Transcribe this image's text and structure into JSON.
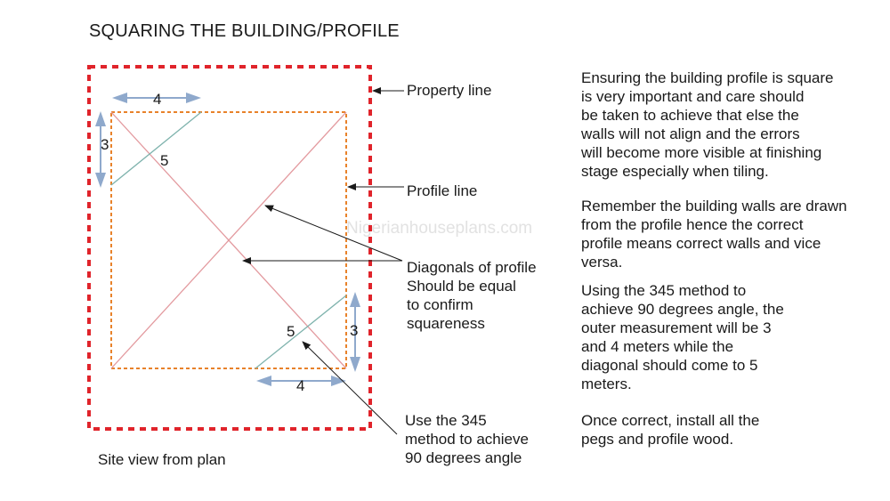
{
  "title": "SQUARING THE BUILDING/PROFILE",
  "labels": {
    "property_line": "Property line",
    "profile_line": "Profile line",
    "diagonals": "Diagonals of profile\nShould be equal\nto confirm\nsquareness",
    "method_345": "Use the 345\nmethod to achieve\n90 degrees angle",
    "site_view": "Site view from plan"
  },
  "watermark": "Nigerianhouseplans.com",
  "dimensions": {
    "top_4": "4",
    "top_3": "3",
    "top_5": "5",
    "bottom_5": "5",
    "bottom_3": "3",
    "bottom_4": "4"
  },
  "paragraphs": [
    "Ensuring the building profile is square\nis very important and care should\nbe taken to achieve that else the\nwalls will not align and the errors\nwill become more visible at finishing\nstage especially when tiling.",
    "Remember the building walls are drawn\nfrom the profile hence the correct\nprofile means correct walls and vice\nversa.",
    "Using the 345 method to\nachieve 90 degrees angle, the\nouter measurement will be 3\nand 4 meters while the\ndiagonal should come to 5\nmeters.",
    "Once correct, install all the\npegs and profile wood."
  ],
  "colors": {
    "property_line": "#e0242b",
    "profile_line": "#e8822a",
    "diagonal": "#e39a9f",
    "triangle": "#7fb3ad",
    "dimension_arrow": "#8fa9cc",
    "pointer": "#1a1a1a"
  }
}
